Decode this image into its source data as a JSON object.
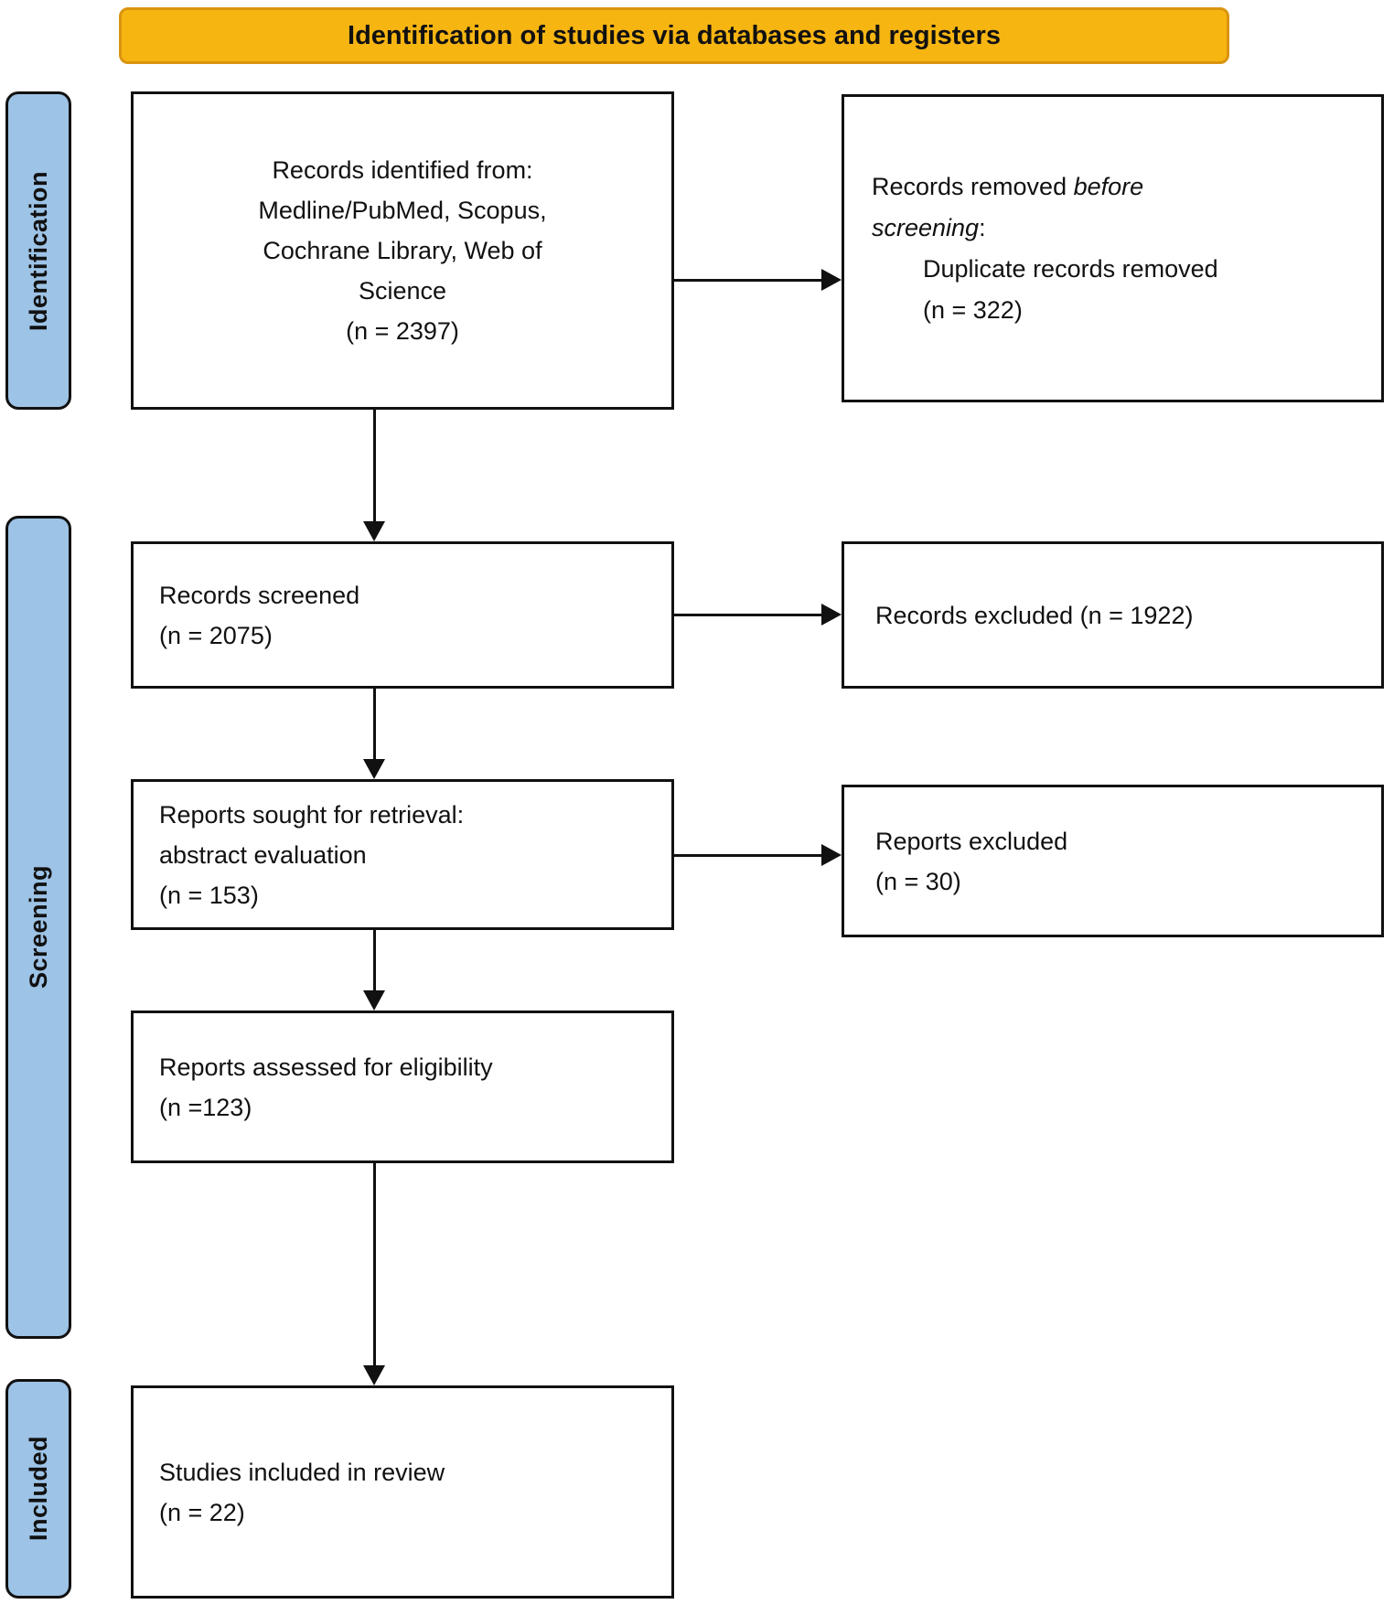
{
  "header": {
    "title": "Identification of studies via databases and registers"
  },
  "sidebar": {
    "identification": "Identification",
    "screening": "Screening",
    "included": "Included"
  },
  "boxes": {
    "records_identified": {
      "line1": "Records identified from:",
      "line2": "Medline/PubMed, Scopus,",
      "line3": "Cochrane Library, Web of",
      "line4": "Science",
      "line5": "(n = 2397)"
    },
    "records_removed": {
      "line1_pre": "Records removed ",
      "line1_italic": "before",
      "line2_italic": "screening",
      "line2_post": ":",
      "line3": "Duplicate records removed",
      "line4": "(n = 322)"
    },
    "records_screened": {
      "line1": "Records screened",
      "line2": "(n = 2075)"
    },
    "records_excluded": {
      "line1": "Records excluded (n = 1922)"
    },
    "reports_sought": {
      "line1": "Reports sought for retrieval:",
      "line2": "abstract evaluation",
      "line3": "(n = 153)"
    },
    "reports_excluded": {
      "line1": "Reports excluded",
      "line2": "(n = 30)"
    },
    "reports_assessed": {
      "line1": "Reports assessed for eligibility",
      "line2": "(n =123)"
    },
    "studies_included": {
      "line1": "Studies included in review",
      "line2": "(n = 22)"
    }
  },
  "colors": {
    "banner_bg": "#F7B512",
    "banner_border": "#DA9410",
    "stage_bg": "#9DC3E6",
    "box_border": "#111111",
    "background": "#FFFFFF"
  }
}
